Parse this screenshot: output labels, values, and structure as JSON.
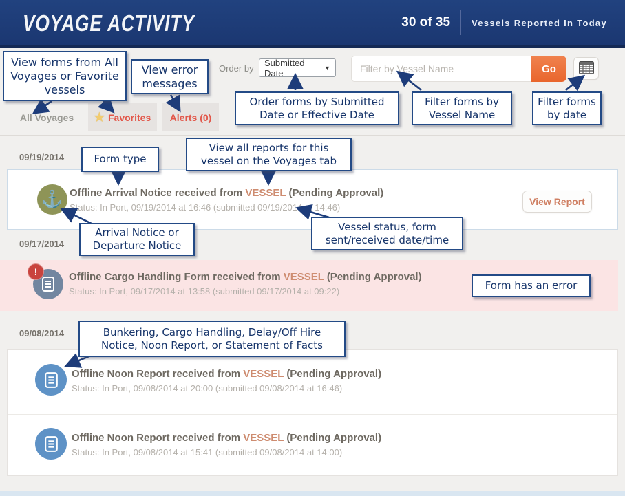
{
  "colors": {
    "header_bg": "#1e3b76",
    "accent_orange": "#ee7038",
    "callout_blue": "#1d3c7a",
    "error_pink": "#fbe4e4",
    "anchor_green": "#8e9457",
    "doc_blue": "#5e92c6",
    "alert_red": "#e2574a",
    "vessel_link": "#ce8c70"
  },
  "icons": {
    "caret": "▼",
    "star": "★",
    "anchor": "⚓",
    "error_mark": "!"
  },
  "header": {
    "title": "VOYAGE ACTIVITY",
    "count": "30 of 35",
    "subtitle": "Vessels Reported In Today"
  },
  "toolbar": {
    "order_by_label": "Order by",
    "order_by_value": "Submitted Date",
    "filter_placeholder": "Filter by Vessel Name",
    "go_label": "Go"
  },
  "tabs": {
    "all_voyages": "All Voyages",
    "favorites": "Favorites",
    "alerts": "Alerts (0)"
  },
  "callouts": [
    {
      "text": "View forms from All Voyages or Favorite vessels"
    },
    {
      "text": "View error messages"
    },
    {
      "text": "Order forms by Submitted Date or Effective Date"
    },
    {
      "text": "Filter forms by Vessel Name"
    },
    {
      "text": "Filter forms by date"
    },
    {
      "text": "Form type"
    },
    {
      "text": "View all reports for this vessel on the Voyages tab"
    },
    {
      "text": "Arrival Notice or Departure Notice"
    },
    {
      "text": "Vessel status, form sent/received date/time"
    },
    {
      "text": "Form has an error"
    },
    {
      "text": "Bunkering, Cargo Handling, Delay/Off Hire Notice, Noon Report, or Statement of Facts"
    }
  ],
  "actions": {
    "view_report": "View Report"
  },
  "list": {
    "groups": [
      {
        "date": "09/19/2014",
        "entries": [
          {
            "icon": "anchor",
            "prefix": "Offline Arrival Notice received from",
            "vessel": "VESSEL",
            "suffix": "(Pending Approval)",
            "status": "Status: In Port, 09/19/2014 at 16:46 (submitted 09/19/2014 at 14:46)"
          }
        ]
      },
      {
        "date": "09/17/2014",
        "entries": [
          {
            "icon": "document-error",
            "prefix": "Offline Cargo Handling Form received from",
            "vessel": "VESSEL",
            "suffix": "(Pending Approval)",
            "status": "Status: In Port, 09/17/2014 at 13:58 (submitted 09/17/2014 at 09:22)"
          }
        ]
      },
      {
        "date": "09/08/2014",
        "entries": [
          {
            "icon": "document",
            "prefix": "Offline Noon Report received from",
            "vessel": "VESSEL",
            "suffix": "(Pending Approval)",
            "status": "Status: In Port, 09/08/2014 at 20:00 (submitted 09/08/2014 at 16:46)"
          },
          {
            "icon": "document",
            "prefix": "Offline Noon Report received from",
            "vessel": "VESSEL",
            "suffix": "(Pending Approval)",
            "status": "Status: In Port, 09/08/2014 at 15:41 (submitted 09/08/2014 at 14:00)"
          }
        ]
      }
    ]
  }
}
